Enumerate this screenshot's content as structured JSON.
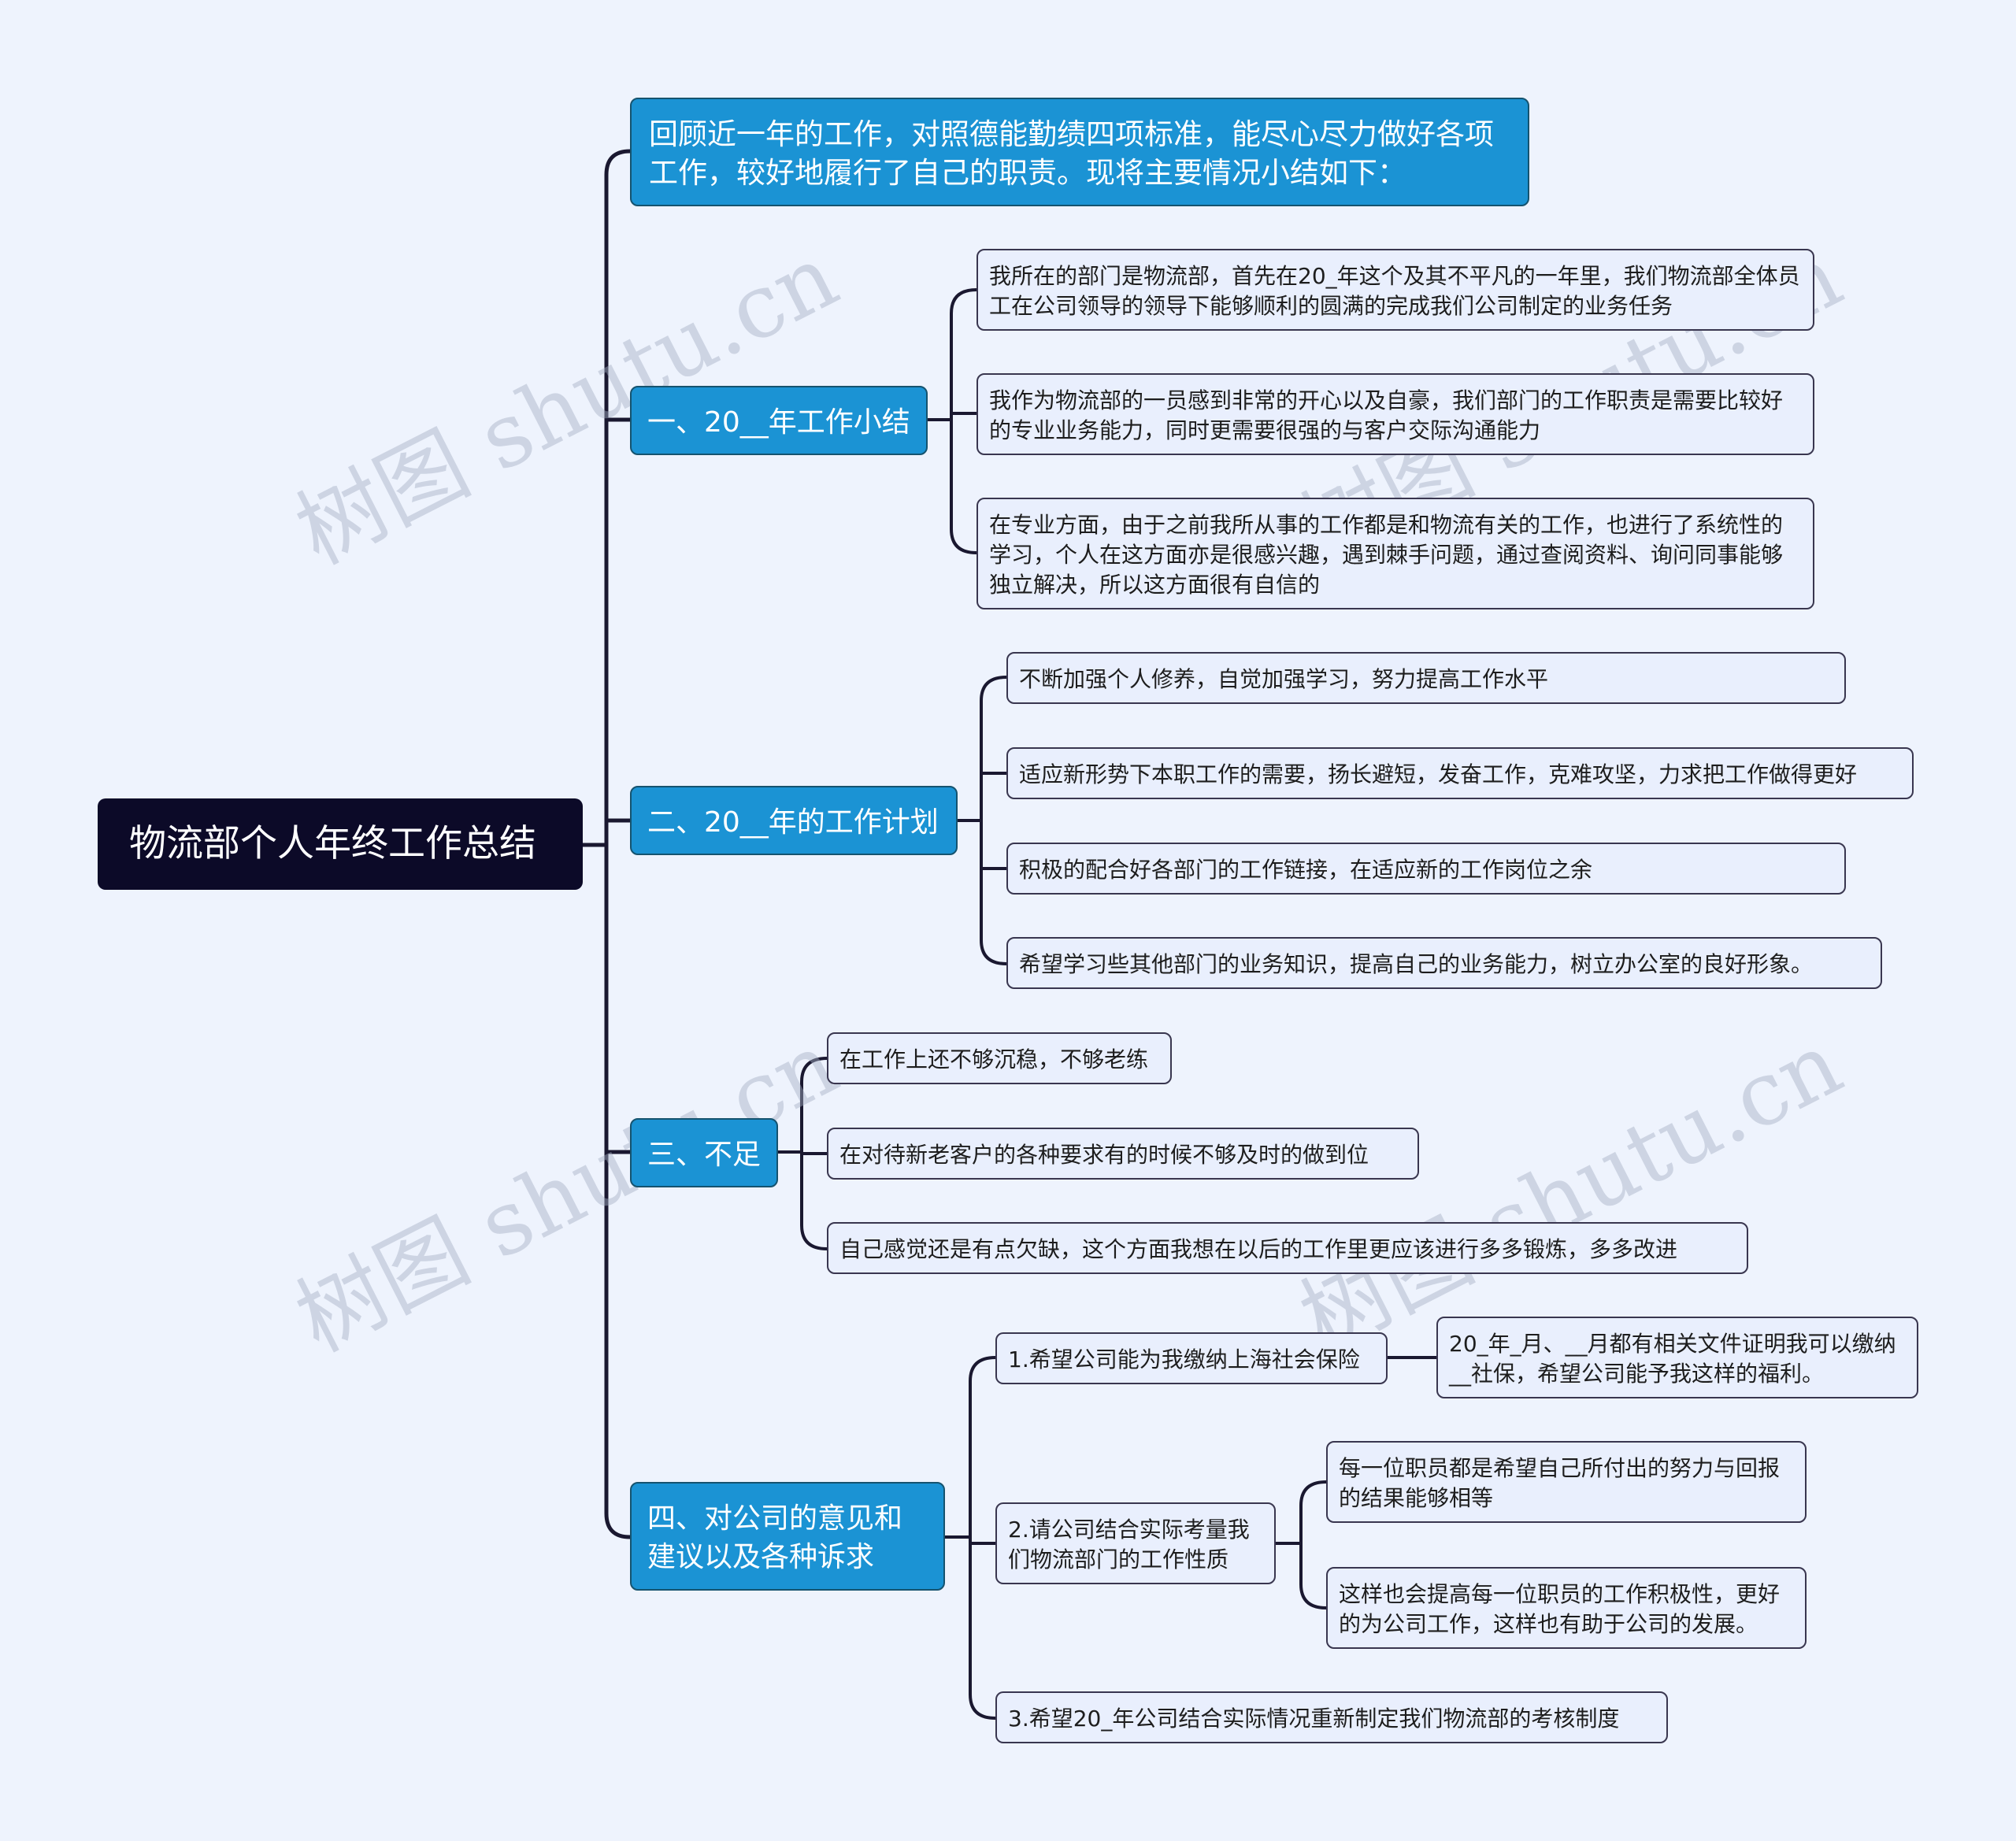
{
  "root": {
    "text": "物流部个人年终工作总结"
  },
  "intro": {
    "text": " 回顾近一年的工作，对照德能勤绩四项标准，能尽心尽力做好各项工作，较好地履行了自己的职责。现将主要情况小结如下："
  },
  "sections": [
    {
      "title": "一、20__年工作小结",
      "items": [
        " 我所在的部门是物流部，首先在20_年这个及其不平凡的一年里，我们物流部全体员工在公司领导的领导下能够顺利的圆满的完成我们公司制定的业务任务",
        "我作为物流部的一员感到非常的开心以及自豪，我们部门的工作职责是需要比较好的专业业务能力，同时更需要很强的与客户交际沟通能力",
        "在专业方面，由于之前我所从事的工作都是和物流有关的工作，也进行了系统性的学习，个人在这方面亦是很感兴趣，遇到棘手问题，通过查阅资料、询问同事能够独立解决，所以这方面很有自信的"
      ]
    },
    {
      "title": "二、20__年的工作计划",
      "items": [
        " 不断加强个人修养，自觉加强学习，努力提高工作水平",
        "适应新形势下本职工作的需要，扬长避短，发奋工作，克难攻坚，力求把工作做得更好",
        "积极的配合好各部门的工作链接，在适应新的工作岗位之余",
        "希望学习些其他部门的业务知识，提高自己的业务能力，树立办公室的良好形象。"
      ]
    },
    {
      "title": "三、不足",
      "items": [
        "在工作上还不够沉稳，不够老练",
        "在对待新老客户的各种要求有的时候不够及时的做到位",
        "自己感觉还是有点欠缺，这个方面我想在以后的工作里更应该进行多多锻炼，多多改进"
      ]
    },
    {
      "title": "四、对公司的意见和建议以及各种诉求",
      "items": [
        {
          "text": "1.希望公司能为我缴纳上海社会保险",
          "children": [
            "20_年_月、__月都有相关文件证明我可以缴纳__社保，希望公司能予我这样的福利。"
          ]
        },
        {
          "text": "2.请公司结合实际考量我们物流部门的工作性质",
          "children": [
            "每一位职员都是希望自己所付出的努力与回报的结果能够相等",
            "这样也会提高每一位职员的工作积极性，更好的为公司工作，这样也有助于公司的发展。"
          ]
        },
        {
          "text": "3.希望20_年公司结合实际情况重新制定我们物流部的考核制度",
          "children": []
        }
      ]
    }
  ],
  "watermark": {
    "text": "树图 shutu.cn"
  },
  "colors": {
    "background": "#eef3fd",
    "root_fill": "#0c0a28",
    "branch_fill": "#1b93d4",
    "leaf_fill": "#e9effd",
    "connector": "#1a1830"
  }
}
